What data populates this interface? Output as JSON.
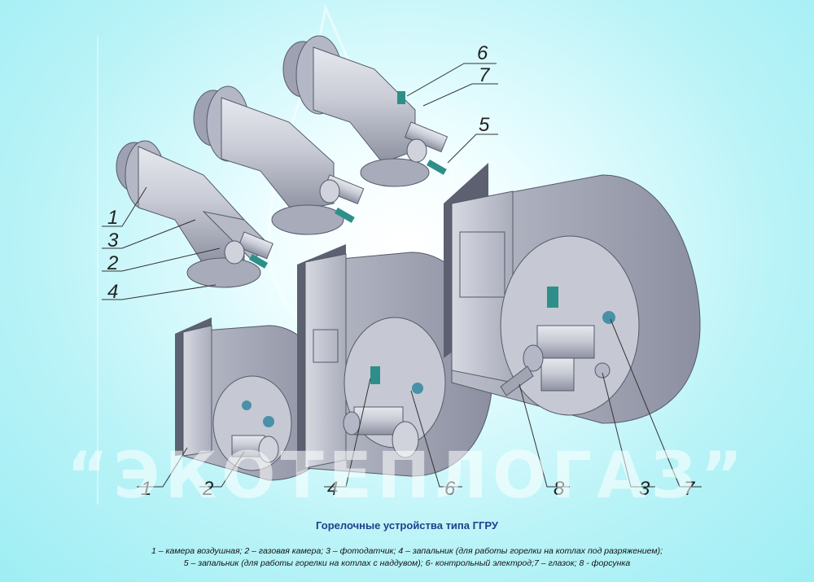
{
  "watermark": "“ЭКОТЕПЛОГАЗ”",
  "caption": {
    "title": "Горелочные устройства типа ГГРУ",
    "legend_line1": "1 – камера воздушная; 2 – газовая камера; 3 – фотодатчик; 4 – запальник (для работы горелки на котлах под разряжением);",
    "legend_line2": "5 – запальник (для работы горелки на котлах с наддувом); 6- контрольный электрод;7 – глазок; 8 - форсунка"
  },
  "callouts": {
    "top": {
      "n6": "6",
      "n7": "7",
      "n5": "5"
    },
    "left": {
      "n1": "1",
      "n3": "3",
      "n2": "2",
      "n4": "4"
    },
    "bottom": {
      "n1": "1",
      "n2": "2",
      "n4": "4",
      "n6": "6",
      "n8": "8",
      "n3": "3",
      "n7": "7"
    }
  },
  "colors": {
    "metal": "#c4c7d2",
    "metal_dark": "#8f93a3",
    "flange": "#aeb2c0",
    "fitting": "#2e8f8a",
    "caption_blue": "#1f3f8a"
  }
}
